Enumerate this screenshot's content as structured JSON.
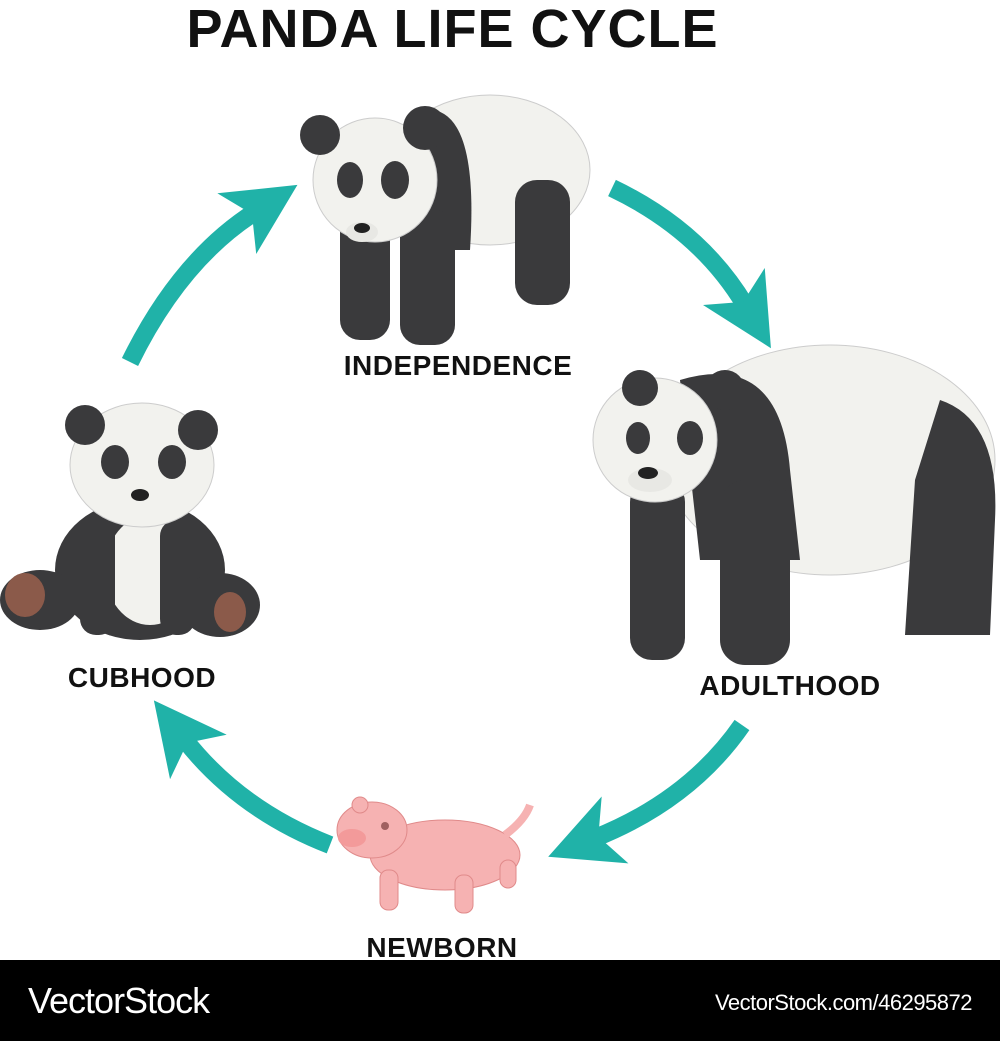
{
  "title": "PANDA LIFE CYCLE",
  "stages": [
    {
      "label": "INDEPENDENCE"
    },
    {
      "label": "ADULTHOOD"
    },
    {
      "label": "NEWBORN"
    },
    {
      "label": "CUBHOOD"
    }
  ],
  "colors": {
    "arrow": "#20b2a8",
    "panda_black": "#3a3a3c",
    "panda_white": "#f2f2ee",
    "newborn_pink": "#f6b2b2"
  },
  "footer": {
    "brand": "VectorStock",
    "reference": "VectorStock.com/46295872"
  }
}
